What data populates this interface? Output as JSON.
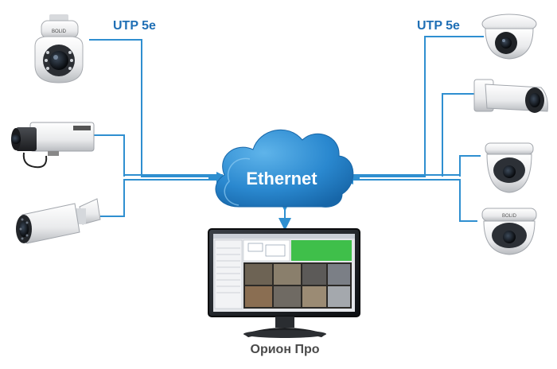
{
  "labels": {
    "left_cable": "UTP 5e",
    "right_cable": "UTP 5e",
    "network": "Ethernet",
    "workstation": "Орион Про"
  },
  "camera_brand_text": "BOLID",
  "colors": {
    "cable": "#2f8fd0",
    "cloud": "#1f7cc4",
    "label_text": "#1f6fb5",
    "caption_text": "#4a4a4a"
  },
  "icons": [
    "ptz-dome-camera-icon",
    "box-camera-icon",
    "bullet-camera-icon",
    "turret-camera-icon",
    "bullet-camera-icon",
    "dome-camera-icon",
    "dome-camera-icon",
    "cloud-icon",
    "monitor-icon"
  ]
}
